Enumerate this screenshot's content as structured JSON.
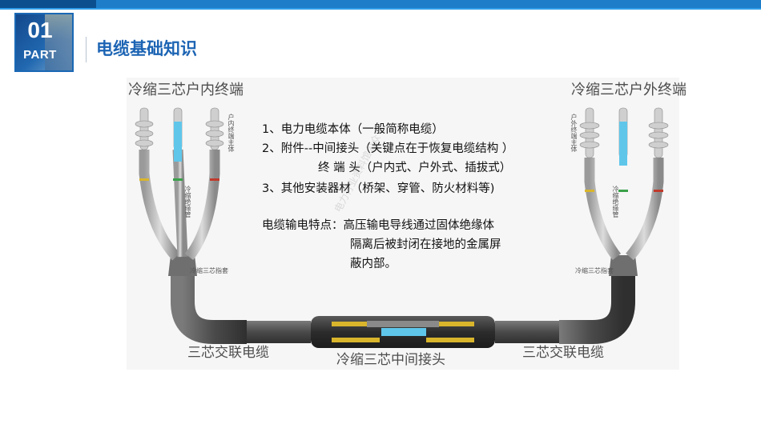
{
  "header": {
    "part_number": "01",
    "part_word": "PART",
    "title": "电缆基础知识"
  },
  "diagram": {
    "indoor_terminal_label": "冷缩三芯户内终端",
    "outdoor_terminal_label": "冷缩三芯户外终端",
    "left_cable_label": "三芯交联电缆",
    "right_cable_label": "三芯交联电缆",
    "joint_label": "冷缩三芯中间接头",
    "indoor_body_note": "户内终端主体",
    "outdoor_body_note": "户外终端主体",
    "left_tube_note": "冷缩绝缘管",
    "right_tube_note": "冷缩绝缘管",
    "left_glove_note": "冷缩三芯指套",
    "right_glove_note": "冷缩三芯指套"
  },
  "content": {
    "item1": "1、电力电缆本体（一般简称电缆）",
    "item2": "2、附件--中间接头（关键点在于恢复电缆结构 ）",
    "item2_cont": "终 端 头（户内式、户外式、插拔式）",
    "item3": "3、其他安装器材（桥架、穿管、防火材料等)",
    "feature_label": "电缆输电特点：",
    "feature_line1": "高压输电导线通过固体绝缘体",
    "feature_line2": "隔离后被封闭在接地的金属屏",
    "feature_line3": "蔽内部。"
  },
  "watermark": "电力行业资料馆公众号",
  "colors": {
    "accent": "#1c64b4",
    "top_bar": "#1d7dc9",
    "cable_grey": "#595959",
    "insulator_grey": "#c9c9c9",
    "core_blue": "#5fc6ea",
    "joint_yellow": "#d9b52b"
  }
}
